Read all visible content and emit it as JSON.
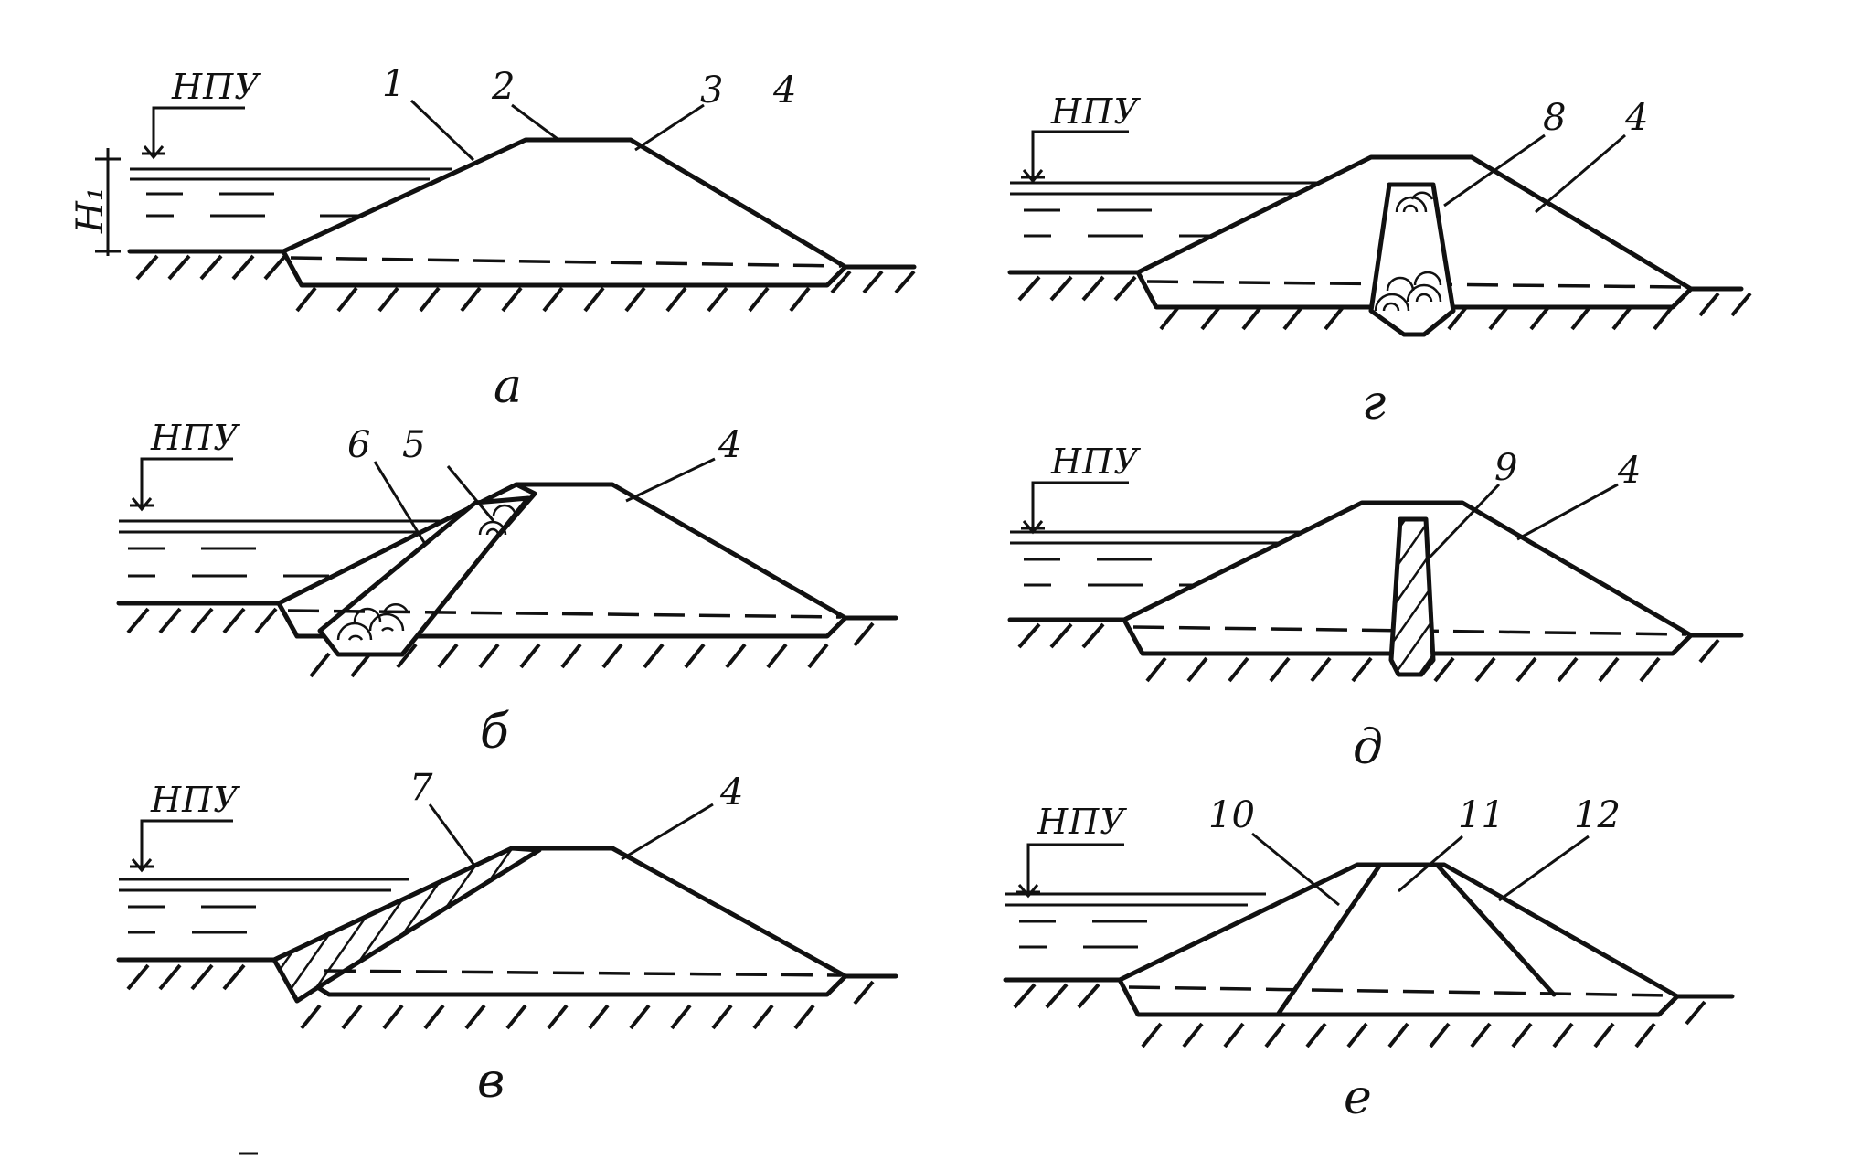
{
  "level_label": "НПУ",
  "head_label": "H₁",
  "panels": {
    "a": {
      "caption": "а",
      "numbers": [
        "1",
        "2",
        "3",
        "4"
      ]
    },
    "b": {
      "caption": "б",
      "numbers": [
        "6",
        "5",
        "4"
      ]
    },
    "v": {
      "caption": "в",
      "numbers": [
        "7",
        "4"
      ]
    },
    "g": {
      "caption": "г",
      "numbers": [
        "8",
        "4"
      ]
    },
    "d": {
      "caption": "д",
      "numbers": [
        "9",
        "4"
      ]
    },
    "e": {
      "caption": "е",
      "numbers": [
        "10",
        "11",
        "12"
      ]
    }
  }
}
